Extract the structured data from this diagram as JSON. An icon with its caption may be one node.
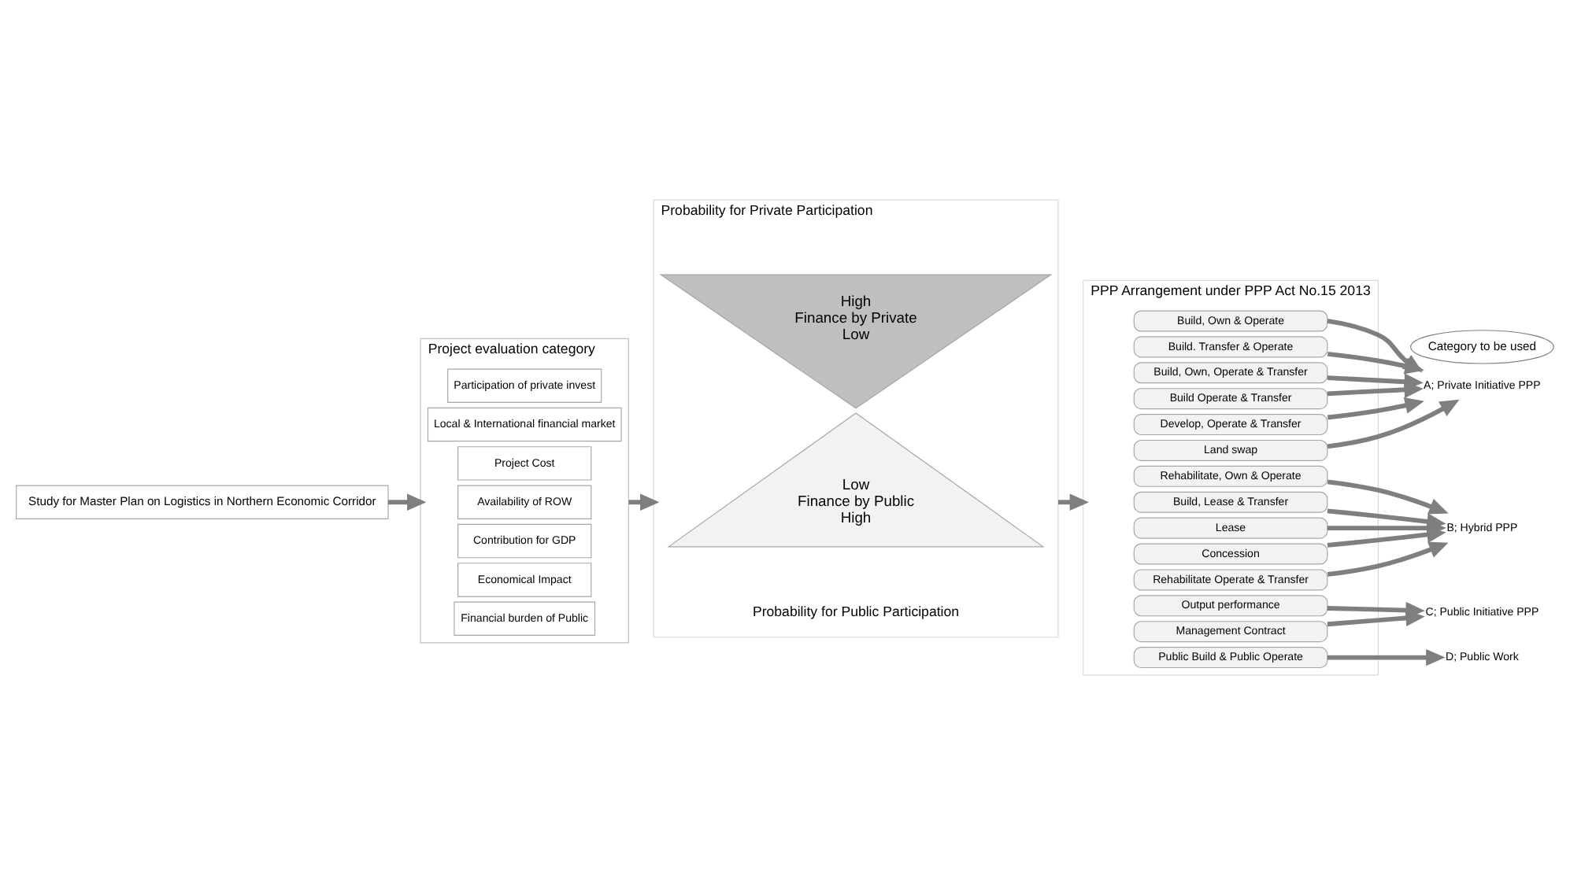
{
  "diagram": {
    "nodes": [
      {
        "text": [
          "Study for Master Plan on Logistics in Northern Economic Corridor"
        ]
      },
      {
        "text": [
          "Project evaluation category"
        ]
      },
      {
        "text": [
          "Participation of private invest"
        ],
        "in": 1
      },
      {
        "text": [
          "Local & International financial market"
        ],
        "in": 1
      },
      {
        "text": [
          "Project Cost"
        ],
        "in": 1
      },
      {
        "text": [
          "Availability of ROW"
        ],
        "in": 1
      },
      {
        "text": [
          "Contribution for GDP"
        ],
        "in": 1
      },
      {
        "text": [
          "Economical Impact"
        ],
        "in": 1
      },
      {
        "text": [
          "Financial burden of Public"
        ],
        "in": 1
      },
      {
        "text": [
          "Probability for Private Participation",
          "Probability for Public Participation"
        ]
      },
      {
        "text": [
          "High",
          "Finance by Private",
          "Low"
        ],
        "in": 9
      },
      {
        "text": [
          "Low",
          "Finance by Public",
          "High"
        ],
        "in": 9
      },
      {
        "text": [
          "PPP Arrangement under PPP Act No.15 2013"
        ]
      },
      {
        "text": [
          "Build, Own & Operate"
        ],
        "in": 12
      },
      {
        "text": [
          "Build. Transfer & Operate"
        ],
        "in": 12
      },
      {
        "text": [
          "Build, Own, Operate & Transfer"
        ],
        "in": 12
      },
      {
        "text": [
          "Build Operate & Transfer"
        ],
        "in": 12
      },
      {
        "text": [
          "Develop, Operate & Transfer"
        ],
        "in": 12
      },
      {
        "text": [
          "Land swap"
        ],
        "in": 12
      },
      {
        "text": [
          "Rehabilitate, Own & Operate"
        ],
        "in": 12
      },
      {
        "text": [
          "Build, Lease & Transfer"
        ],
        "in": 12
      },
      {
        "text": [
          "Lease"
        ],
        "in": 12
      },
      {
        "text": [
          "Concession"
        ],
        "in": 12
      },
      {
        "text": [
          "Rehabilitate Operate & Transfer"
        ],
        "in": 12
      },
      {
        "text": [
          "Output performance"
        ],
        "in": 12
      },
      {
        "text": [
          "Management Contract"
        ],
        "in": 12
      },
      {
        "text": [
          "Public Build & Public Operate"
        ],
        "in": 12
      },
      {
        "text": [
          "Category to be used"
        ]
      },
      {
        "text": [
          "A; Private Initiative PPP"
        ]
      },
      {
        "text": [
          "B; Hybrid PPP"
        ]
      },
      {
        "text": [
          "C; Public Initiative PPP"
        ]
      },
      {
        "text": [
          "D; Public Work"
        ]
      }
    ],
    "edges": [
      {
        "from": 0,
        "to": 1,
        "arrow": "to"
      },
      {
        "from": 1,
        "to": 9,
        "arrow": "to"
      },
      {
        "from": 9,
        "to": 12,
        "arrow": "to"
      },
      {
        "from": 13,
        "to": 28,
        "arrow": "to"
      },
      {
        "from": 14,
        "to": 28,
        "arrow": "to"
      },
      {
        "from": 15,
        "to": 28,
        "arrow": "to"
      },
      {
        "from": 16,
        "to": 28,
        "arrow": "to"
      },
      {
        "from": 17,
        "to": 28,
        "arrow": "to"
      },
      {
        "from": 18,
        "to": 28,
        "arrow": "to"
      },
      {
        "from": 19,
        "to": 29,
        "arrow": "to"
      },
      {
        "from": 20,
        "to": 29,
        "arrow": "to"
      },
      {
        "from": 21,
        "to": 29,
        "arrow": "to"
      },
      {
        "from": 22,
        "to": 29,
        "arrow": "to"
      },
      {
        "from": 23,
        "to": 29,
        "arrow": "to"
      },
      {
        "from": 24,
        "to": 30,
        "arrow": "to"
      },
      {
        "from": 25,
        "to": 30,
        "arrow": "to"
      },
      {
        "from": 26,
        "to": 31,
        "arrow": "to"
      }
    ]
  }
}
